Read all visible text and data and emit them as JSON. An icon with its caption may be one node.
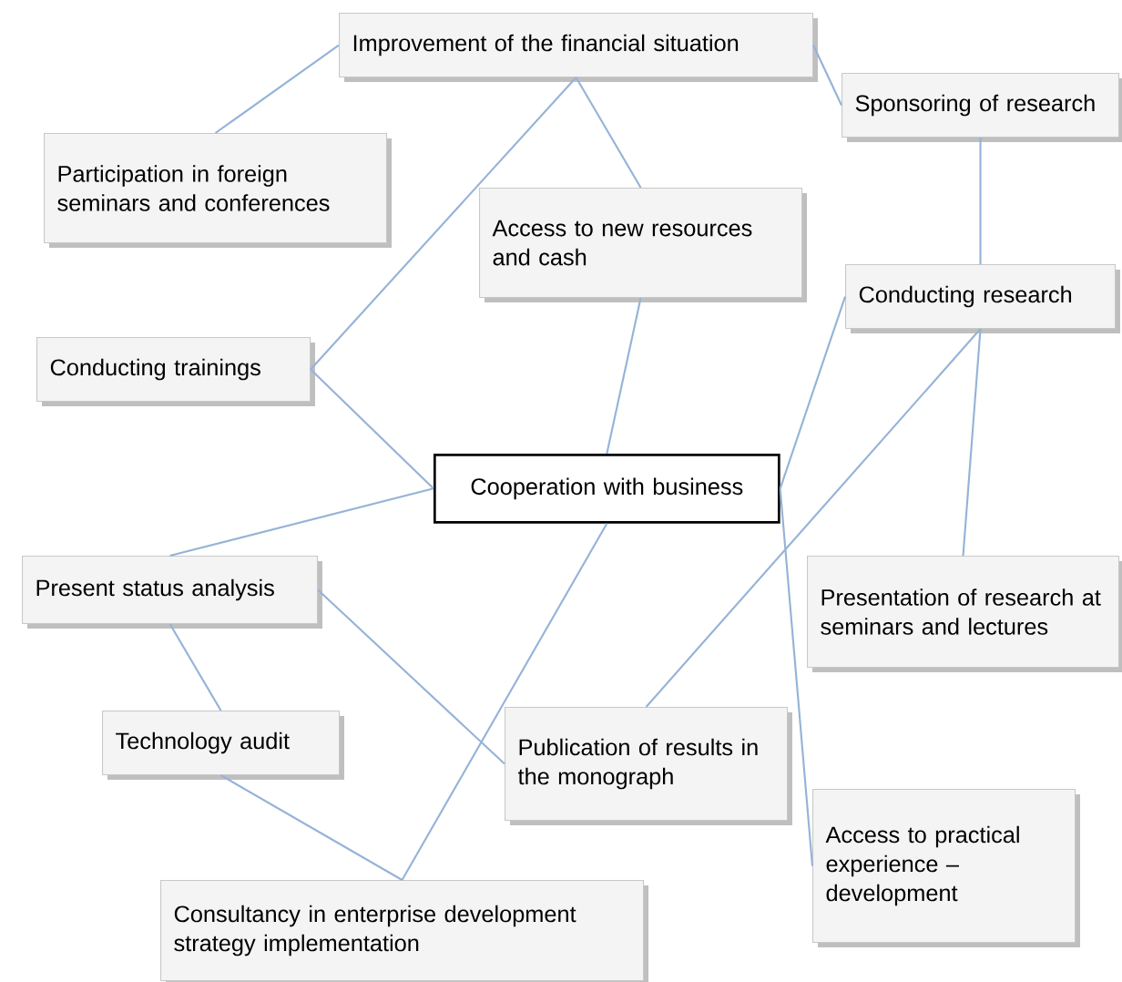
{
  "diagram": {
    "nodes": [
      {
        "text": [
          "Improvement of the financial situation"
        ]
      },
      {
        "text": [
          "Sponsoring of research"
        ]
      },
      {
        "text": [
          "Participation in foreign seminars and conferences"
        ]
      },
      {
        "text": [
          "Access to new resources and cash"
        ]
      },
      {
        "text": [
          "Conducting trainings"
        ]
      },
      {
        "text": [
          "Conducting research"
        ]
      },
      {
        "text": [
          "Cooperation with business"
        ]
      },
      {
        "text": [
          "Present status analysis"
        ]
      },
      {
        "text": [
          "Presentation of research at seminars and lectures"
        ]
      },
      {
        "text": [
          "Technology audit"
        ]
      },
      {
        "text": [
          "Publication of results in the monograph"
        ]
      },
      {
        "text": [
          "Access to practical experience – development"
        ]
      },
      {
        "text": [
          "Consultancy in enterprise development strategy implementation"
        ]
      }
    ],
    "edges": [
      {
        "from": 0,
        "to": 2,
        "arrow": "none"
      },
      {
        "from": 0,
        "to": 4,
        "arrow": "none"
      },
      {
        "from": 0,
        "to": 3,
        "arrow": "none"
      },
      {
        "from": 0,
        "to": 1,
        "arrow": "none"
      },
      {
        "from": 1,
        "to": 5,
        "arrow": "none"
      },
      {
        "from": 3,
        "to": 6,
        "arrow": "none"
      },
      {
        "from": 4,
        "to": 6,
        "arrow": "none"
      },
      {
        "from": 5,
        "to": 6,
        "arrow": "none"
      },
      {
        "from": 5,
        "to": 10,
        "arrow": "none"
      },
      {
        "from": 5,
        "to": 8,
        "arrow": "none"
      },
      {
        "from": 6,
        "to": 7,
        "arrow": "none"
      },
      {
        "from": 6,
        "to": 11,
        "arrow": "none"
      },
      {
        "from": 6,
        "to": 12,
        "arrow": "none"
      },
      {
        "from": 7,
        "to": 9,
        "arrow": "none"
      },
      {
        "from": 7,
        "to": 10,
        "arrow": "none"
      },
      {
        "from": 9,
        "to": 12,
        "arrow": "none"
      }
    ]
  }
}
